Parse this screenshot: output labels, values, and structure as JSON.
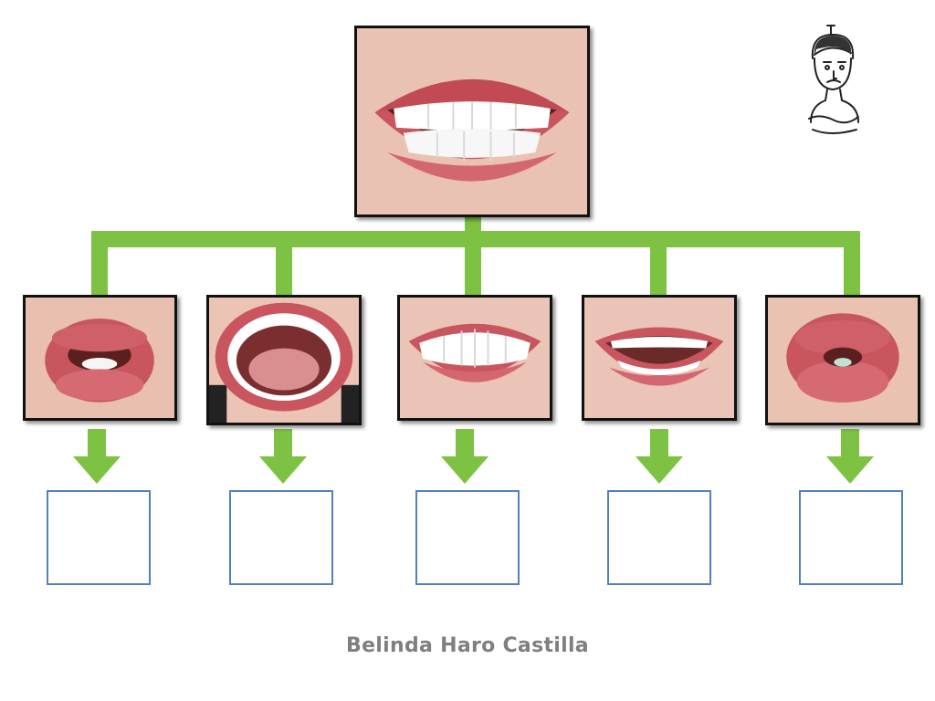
{
  "author": "Belinda Haro Castilla",
  "colors": {
    "connector": "#7dc242",
    "answer_border": "#4f81bd",
    "photo_border": "#111111",
    "author_text": "#7f7f7f",
    "lip": "#c9555e",
    "skin": "#e8b9a8",
    "teeth": "#ffffff",
    "mouth_dark": "#6a2a2a"
  },
  "root": {
    "name": "smile-teeth-together-photo"
  },
  "children": [
    {
      "name": "rounded-open-lips-photo",
      "answer": ""
    },
    {
      "name": "wide-open-mouth-photo",
      "answer": ""
    },
    {
      "name": "wide-smile-photo",
      "answer": ""
    },
    {
      "name": "slightly-open-smile-photo",
      "answer": ""
    },
    {
      "name": "pursed-lips-photo",
      "answer": ""
    }
  ],
  "icons": {
    "thinking_character": "thinking-character-icon"
  }
}
